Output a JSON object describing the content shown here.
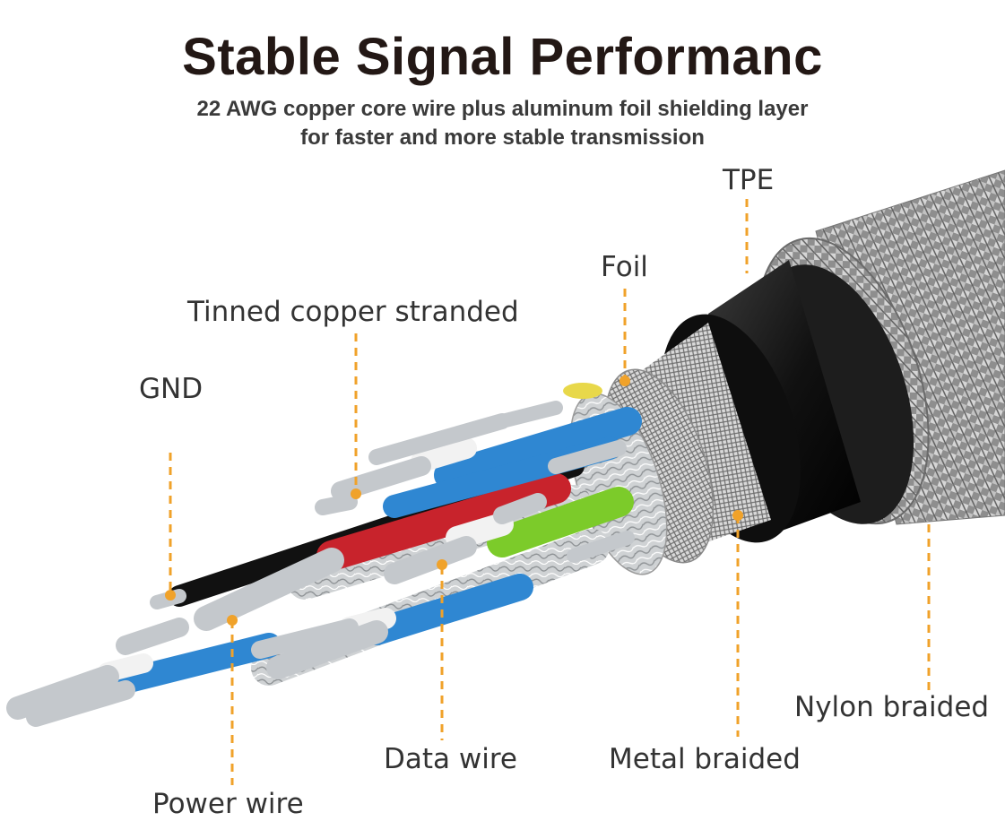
{
  "header": {
    "title": "Stable Signal Performanc",
    "subtitle_line1": "22 AWG copper core wire plus aluminum foil shielding layer",
    "subtitle_line2": "for faster and more stable transmission"
  },
  "labels": {
    "tpe": "TPE",
    "foil": "Foil",
    "tinned_copper": "Tinned copper stranded",
    "gnd": "GND",
    "nylon_braided": "Nylon braided",
    "metal_braided": "Metal braided",
    "data_wire": "Data wire",
    "power_wire": "Power wire"
  },
  "colors": {
    "leader": "#f0a22a",
    "jacket": "#151515",
    "nylon": "#9c9c9c",
    "wire_blue": "#2f87d2",
    "wire_green": "#7ccb2a",
    "wire_red": "#c8232c",
    "wire_black": "#111111",
    "wire_white": "#f2f2f2",
    "copper": "#c4c8cc"
  }
}
